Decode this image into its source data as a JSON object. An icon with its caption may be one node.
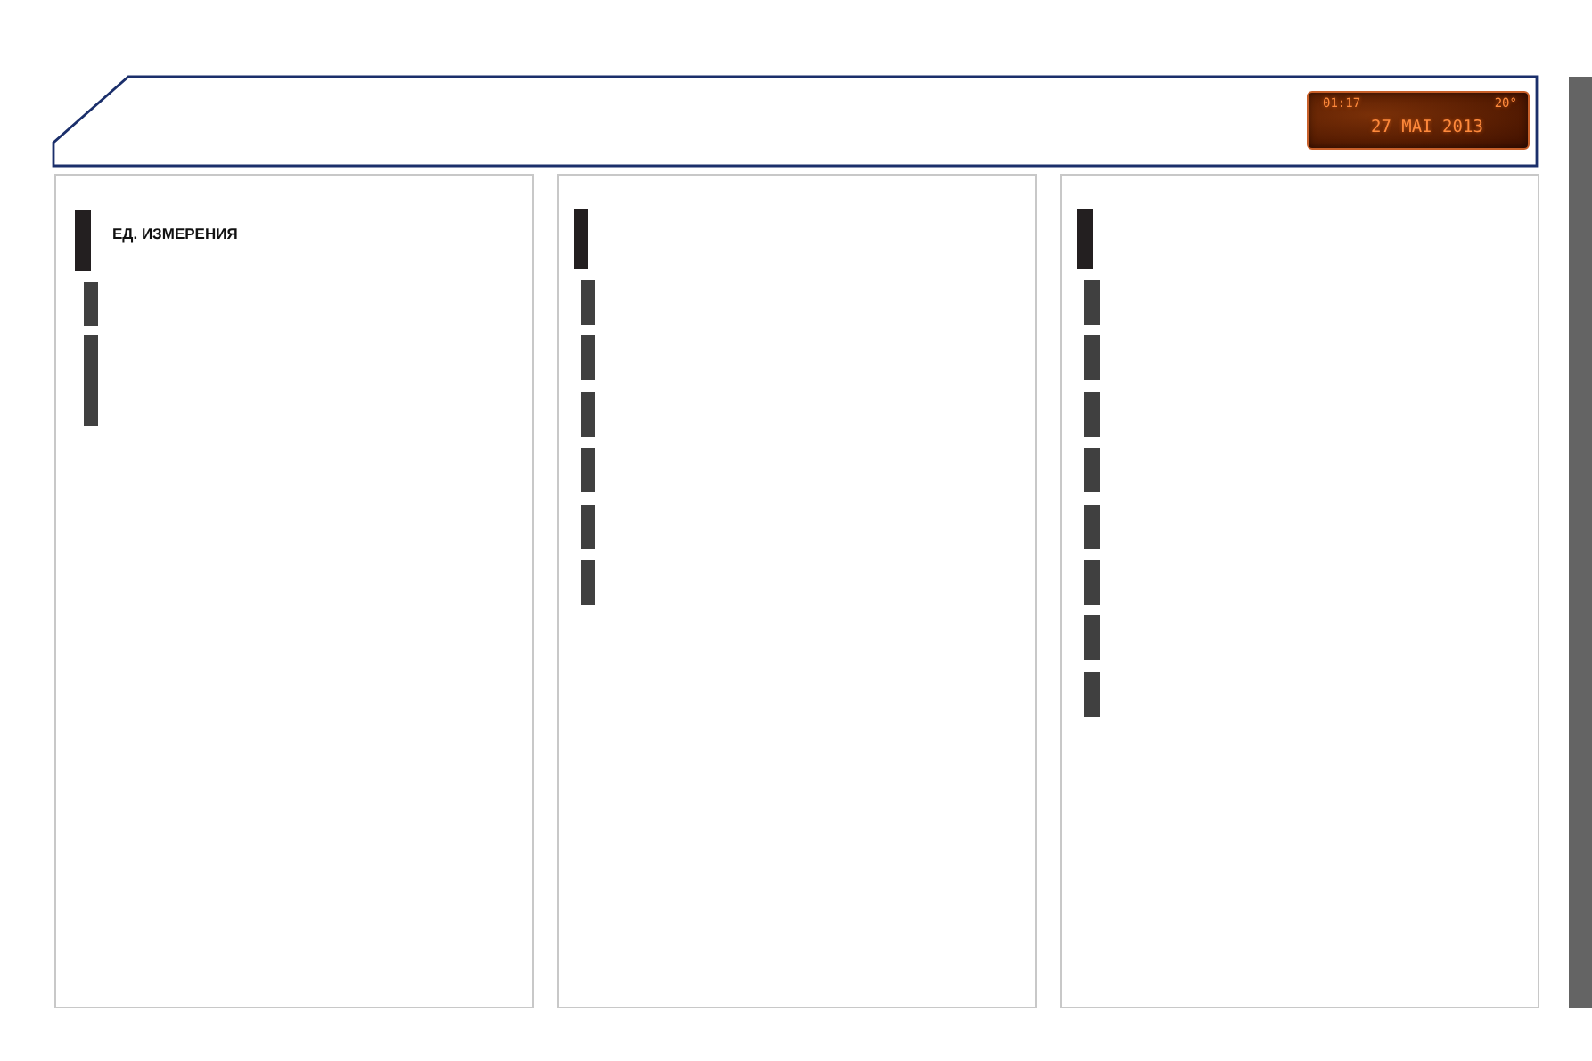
{
  "diagram": {
    "nodes": [
      {
        "text": [],
        "shape": "box"
      },
      {
        "text": [
          "01:17",
          "20°",
          "27 MAI 2013"
        ],
        "in": 0
      },
      {
        "text": [
          "ЕД. ИЗМЕРЕНИЯ"
        ]
      },
      {
        "text": [],
        "shape": "box"
      },
      {
        "text": [],
        "shape": "box"
      }
    ]
  }
}
